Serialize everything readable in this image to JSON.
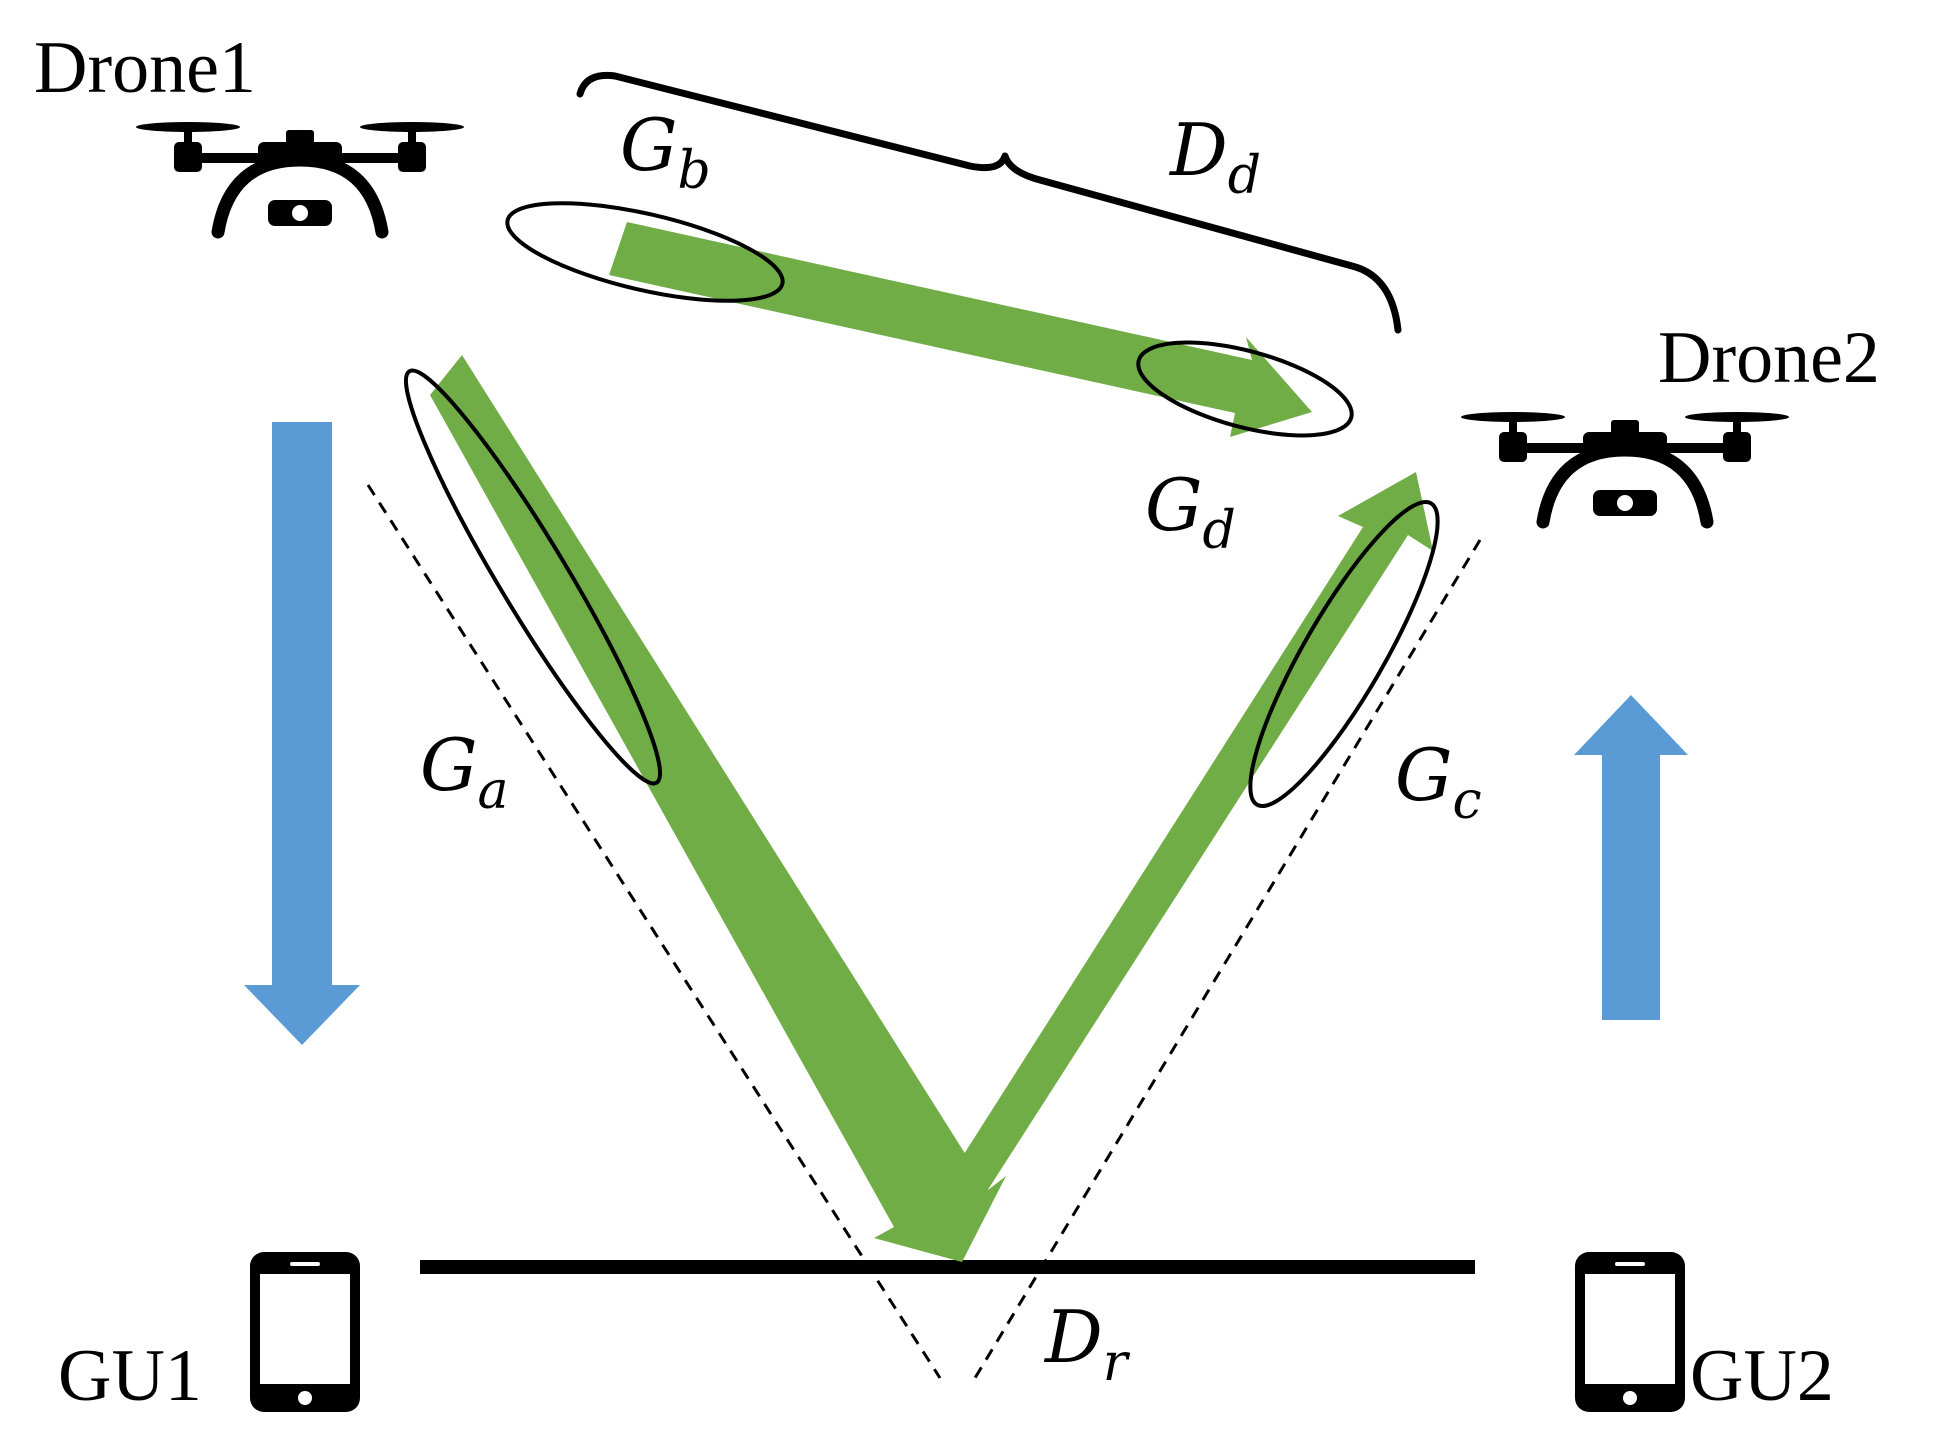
{
  "nodes": {
    "drone1": {
      "label": "Drone1",
      "icon": "drone-icon"
    },
    "drone2": {
      "label": "Drone2",
      "icon": "drone-icon"
    },
    "gu1": {
      "label": "GU1",
      "icon": "smartphone-icon"
    },
    "gu2": {
      "label": "GU2",
      "icon": "smartphone-icon"
    }
  },
  "gain_labels": {
    "ga": {
      "symbol": "G",
      "sub": "a"
    },
    "gb": {
      "symbol": "G",
      "sub": "b"
    },
    "gc": {
      "symbol": "G",
      "sub": "c"
    },
    "gd": {
      "symbol": "G",
      "sub": "d"
    }
  },
  "distance_labels": {
    "dd": {
      "symbol": "D",
      "sub": "d"
    },
    "dr": {
      "symbol": "D",
      "sub": "r"
    }
  },
  "colors": {
    "green_path": "#70ad47",
    "blue_arrow": "#5b9bd5",
    "ink": "#000000"
  }
}
